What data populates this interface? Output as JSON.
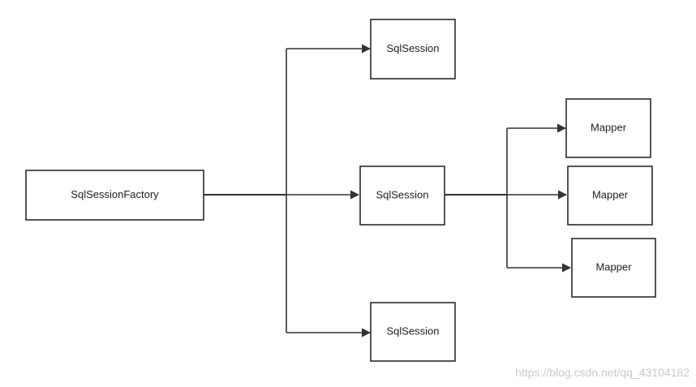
{
  "diagram": {
    "nodes": {
      "factory": {
        "label": "SqlSessionFactory"
      },
      "session_top": {
        "label": "SqlSession"
      },
      "session_middle": {
        "label": "SqlSession"
      },
      "session_bottom": {
        "label": "SqlSession"
      },
      "mapper_1": {
        "label": "Mapper"
      },
      "mapper_2": {
        "label": "Mapper"
      },
      "mapper_3": {
        "label": "Mapper"
      }
    },
    "edges": [
      {
        "from": "SqlSessionFactory",
        "to": "SqlSession (top)"
      },
      {
        "from": "SqlSessionFactory",
        "to": "SqlSession (middle)"
      },
      {
        "from": "SqlSessionFactory",
        "to": "SqlSession (bottom)"
      },
      {
        "from": "SqlSession (middle)",
        "to": "Mapper (1)"
      },
      {
        "from": "SqlSession (middle)",
        "to": "Mapper (2)"
      },
      {
        "from": "SqlSession (middle)",
        "to": "Mapper (3)"
      }
    ],
    "colors": {
      "box_stroke": "#2b2b2b",
      "connector": "#333333",
      "watermark": "#c9c9c9"
    }
  },
  "watermark": "https://blog.csdn.net/qq_43104182"
}
